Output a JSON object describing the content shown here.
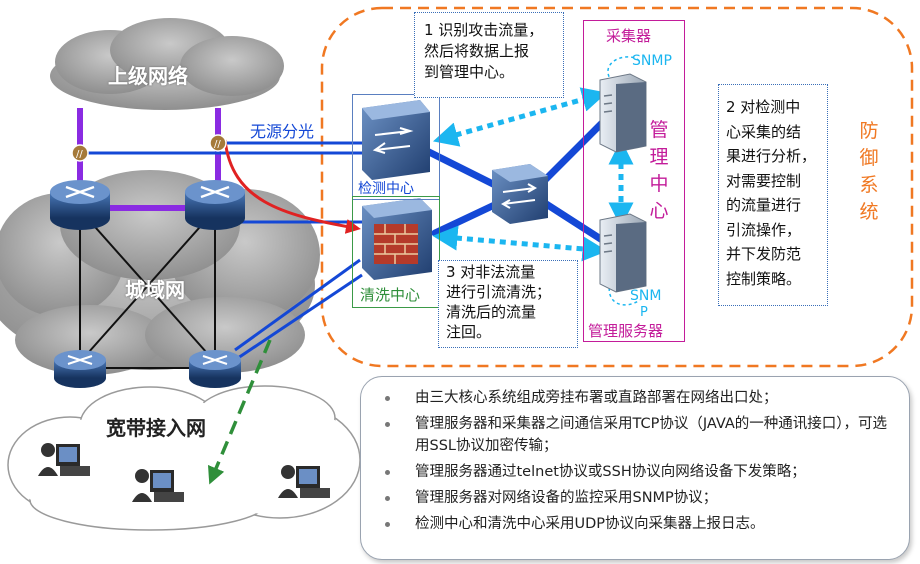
{
  "labels": {
    "upper_network": "上级网络",
    "metro_network": "城域网",
    "broadband_access": "宽带接入网",
    "passive_split": "无源分光",
    "detection_center": "检测中心",
    "cleaning_center": "清洗中心",
    "collector": "采集器",
    "management_server_label": "管理服务器",
    "snmp_top": "SNMP",
    "snmp_bottom": "SNM",
    "snmp_bottom_tail": "P",
    "management_center": [
      "管",
      "理",
      "中",
      "心"
    ],
    "defense_system": [
      "防",
      "御",
      "系",
      "统"
    ]
  },
  "notes": {
    "step1": "1 识别攻击流量，\n然后将数据上报\n到管理中心。",
    "step2": "2 对检测中\n心采集的结\n果进行分析，\n对需要控制\n的流量进行\n引流操作，\n并下发防范\n控制策略。",
    "step3": "3 对非法流量\n进行引流清洗；\n清洗后的流量\n注回。"
  },
  "info_items": [
    "由三大核心系统组成旁挂布署或直路部署在网络出口处；",
    "管理服务器和采集器之间通信采用TCP协议（JAVA的一种通讯接口），可选用SSL协议加密传输；",
    "管理服务器通过telnet协议或SSH协议向网络设备下发策略；",
    "管理服务器对网络设备的监控采用SNMP协议；",
    "检测中心和清洗中心采用UDP协议向采集器上报日志。"
  ],
  "colors": {
    "defense_border": "#f07822",
    "link_blue": "#1448d6",
    "link_purple": "#8a2be2",
    "attack_red": "#e02222",
    "dotted_cyan": "#1bb6f0",
    "return_green": "#2f8f3a",
    "mgmt_magenta": "#c31c9a"
  }
}
